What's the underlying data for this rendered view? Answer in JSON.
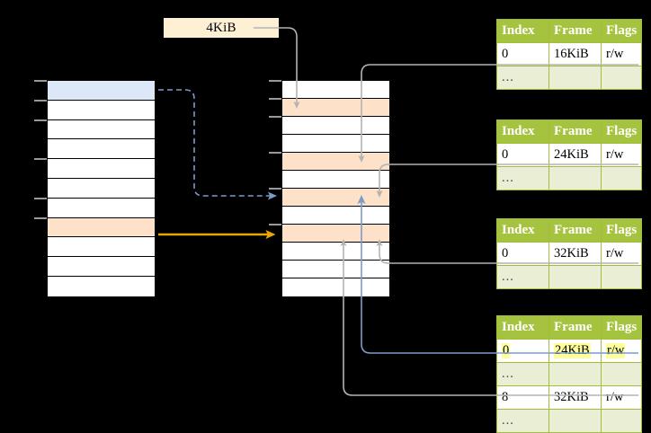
{
  "diagram": {
    "title": "multi-level page table translation",
    "background": "#000000",
    "page_size_label": "4KiB"
  },
  "colors": {
    "header_green": "#a6c33f",
    "row_alt_green": "#e9eed4",
    "highlight_yellow": "#ffff99",
    "peach": "#fde1c8",
    "blue_row": "#dce8f8",
    "pill_cream": "#fdf0d5",
    "orange_arrow": "#e8a600",
    "blue_arrow": "#6f92c4",
    "gray_arrow": "#b0b0b0"
  },
  "left_stack": {
    "name": "virtual-address-space",
    "row_count": 11,
    "rows": [
      {
        "fill": "blue",
        "label": ""
      },
      {
        "fill": "white",
        "label": ""
      },
      {
        "fill": "white",
        "label": ""
      },
      {
        "fill": "white",
        "label": ""
      },
      {
        "fill": "white",
        "label": ""
      },
      {
        "fill": "white",
        "label": ""
      },
      {
        "fill": "white",
        "label": ""
      },
      {
        "fill": "peach",
        "label": ""
      },
      {
        "fill": "white",
        "label": ""
      },
      {
        "fill": "white",
        "label": ""
      },
      {
        "fill": "white",
        "label": ""
      }
    ]
  },
  "middle_stack": {
    "name": "physical-memory",
    "row_count": 12,
    "rows": [
      {
        "fill": "white",
        "label": ""
      },
      {
        "fill": "peach",
        "label": ""
      },
      {
        "fill": "white",
        "label": ""
      },
      {
        "fill": "white",
        "label": ""
      },
      {
        "fill": "peach",
        "label": ""
      },
      {
        "fill": "white",
        "label": ""
      },
      {
        "fill": "peach",
        "label": ""
      },
      {
        "fill": "white",
        "label": ""
      },
      {
        "fill": "peach",
        "label": ""
      },
      {
        "fill": "white",
        "label": ""
      },
      {
        "fill": "white",
        "label": ""
      },
      {
        "fill": "white",
        "label": ""
      }
    ]
  },
  "tables": [
    {
      "name": "page-table-level-0",
      "headers": [
        "Index",
        "Frame",
        "Flags"
      ],
      "rows": [
        {
          "kind": "data",
          "cells": [
            "0",
            "16KiB",
            "r/w"
          ],
          "highlight": [
            false,
            false,
            false
          ]
        },
        {
          "kind": "dots",
          "cells": [
            "...",
            "",
            ""
          ],
          "highlight": [
            false,
            false,
            false
          ]
        }
      ]
    },
    {
      "name": "page-table-level-1",
      "headers": [
        "Index",
        "Frame",
        "Flags"
      ],
      "rows": [
        {
          "kind": "data",
          "cells": [
            "0",
            "24KiB",
            "r/w"
          ],
          "highlight": [
            false,
            false,
            false
          ]
        },
        {
          "kind": "dots",
          "cells": [
            "...",
            "",
            ""
          ],
          "highlight": [
            false,
            false,
            false
          ]
        }
      ]
    },
    {
      "name": "page-table-level-2",
      "headers": [
        "Index",
        "Frame",
        "Flags"
      ],
      "rows": [
        {
          "kind": "data",
          "cells": [
            "0",
            "32KiB",
            "r/w"
          ],
          "highlight": [
            false,
            false,
            false
          ]
        },
        {
          "kind": "dots",
          "cells": [
            "...",
            "",
            ""
          ],
          "highlight": [
            false,
            false,
            false
          ]
        }
      ]
    },
    {
      "name": "page-table-level-3",
      "headers": [
        "Index",
        "Frame",
        "Flags"
      ],
      "rows": [
        {
          "kind": "data",
          "cells": [
            "0",
            "24KiB",
            "r/w"
          ],
          "highlight": [
            true,
            true,
            true
          ]
        },
        {
          "kind": "dots",
          "cells": [
            "...",
            "",
            ""
          ],
          "highlight": [
            false,
            false,
            false
          ]
        },
        {
          "kind": "data",
          "cells": [
            "8",
            "32KiB",
            "r/w"
          ],
          "highlight": [
            false,
            false,
            false
          ]
        },
        {
          "kind": "dots",
          "cells": [
            "...",
            "",
            ""
          ],
          "highlight": [
            false,
            false,
            false
          ]
        }
      ]
    }
  ]
}
